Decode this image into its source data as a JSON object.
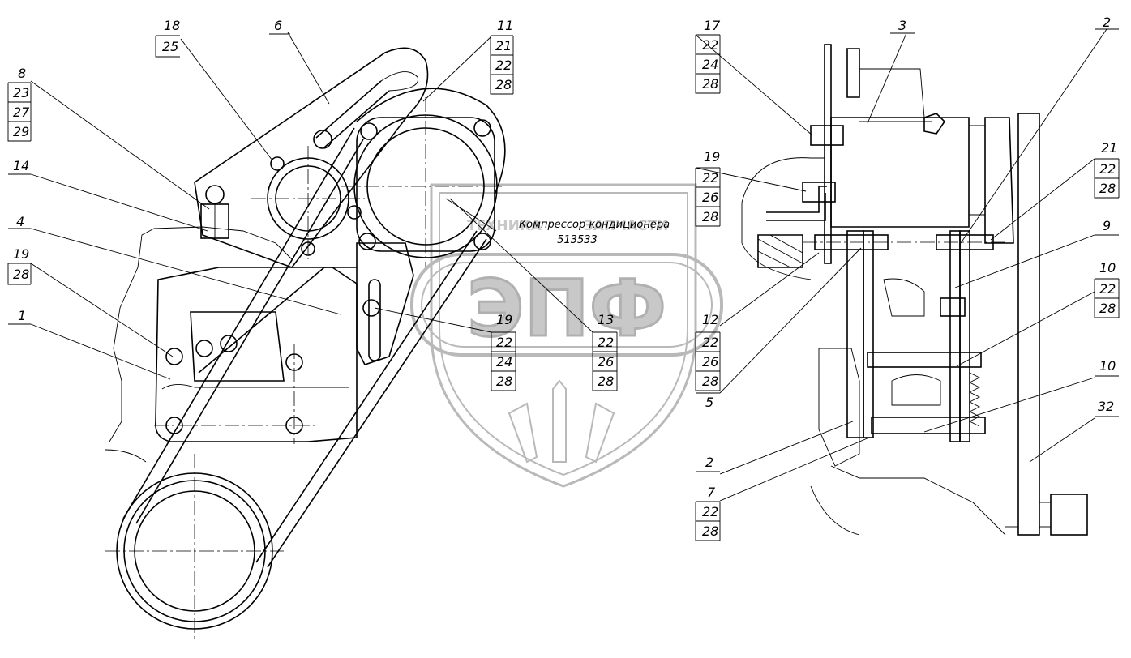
{
  "caption": {
    "name": "Компрессор кондиционера",
    "number": "513533"
  },
  "watermark": {
    "company": "ТЕХНИКА",
    "company2": "ЗАПЧАСТИ",
    "logo": "ЭПФ"
  },
  "callouts": {
    "c18": [
      "18",
      "25"
    ],
    "c6": [
      "6"
    ],
    "c11": [
      "11",
      "21",
      "22",
      "28"
    ],
    "c8": [
      "8",
      "23",
      "27",
      "29"
    ],
    "c14": [
      "14"
    ],
    "c4": [
      "4"
    ],
    "c19a": [
      "19",
      "28"
    ],
    "c1": [
      "1"
    ],
    "c19b": [
      "19",
      "22",
      "24",
      "28"
    ],
    "c13": [
      "13",
      "22",
      "26",
      "28"
    ],
    "c17": [
      "17",
      "22",
      "24",
      "28"
    ],
    "c3": [
      "3"
    ],
    "c2a": [
      "2"
    ],
    "c19c": [
      "19",
      "22",
      "26",
      "28"
    ],
    "c21": [
      "21",
      "22",
      "28"
    ],
    "c9": [
      "9"
    ],
    "c10a": [
      "10",
      "22",
      "28"
    ],
    "c12": [
      "12",
      "22",
      "26",
      "28"
    ],
    "c5": [
      "5"
    ],
    "c10b": [
      "10"
    ],
    "c32": [
      "32"
    ],
    "c2b": [
      "2"
    ],
    "c7": [
      "7",
      "22",
      "28"
    ]
  }
}
